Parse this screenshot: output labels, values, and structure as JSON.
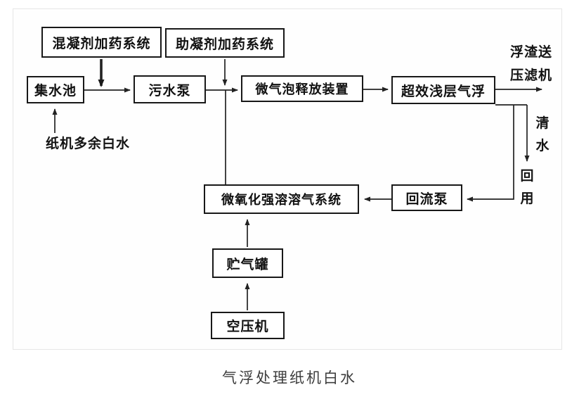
{
  "diagram": {
    "type": "flowchart",
    "caption": "气浮处理纸机白水",
    "nodes": {
      "coagulant_dosing": "混凝剂加药系统",
      "coagulant_aid_dosing": "助凝剂加药系统",
      "collection_tank": "集水池",
      "sewage_pump": "污水泵",
      "microbubble_release": "微气泡释放装置",
      "shallow_flotation": "超效浅层气浮",
      "dissolved_air_system": "微氧化强溶溶气系统",
      "return_pump": "回流泵",
      "air_storage_tank": "贮气罐",
      "air_compressor": "空压机"
    },
    "labels": {
      "feed_water": "纸机多余白水",
      "scum_out_line1": "浮渣送",
      "scum_out_line2": "压滤机",
      "clear_water": "清水",
      "reuse": "回用"
    },
    "edges": [
      "纸机多余白水 → 集水池",
      "混凝剂加药系统 → 集水池/污水泵管线",
      "集水池 → 污水泵",
      "助凝剂加药系统 → 污水泵/微气泡释放装置管线",
      "污水泵 → 微气泡释放装置",
      "微氧化强溶溶气系统 ↔ 主管线节点",
      "微气泡释放装置 → 超效浅层气浮",
      "超效浅层气浮 → 浮渣送压滤机",
      "超效浅层气浮 → 清水 → 回用",
      "超效浅层气浮 → 回流泵",
      "回流泵 → 微氧化强溶溶气系统",
      "空压机 → 贮气罐",
      "贮气罐 → 微氧化强溶溶气系统"
    ],
    "colors": {
      "line": "#222222",
      "box_border": "#181818",
      "text": "#111111",
      "caption": "#3d3d3d",
      "frame_border": "#e6e6e6"
    }
  }
}
